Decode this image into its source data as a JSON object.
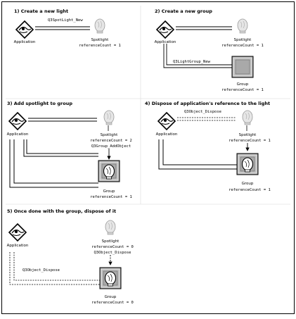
{
  "steps": [
    {
      "title": "1) Create a new light",
      "application": "Application",
      "spotlight": "Spotlight",
      "call": "Q3SpotLight_New",
      "spot_refcount": "referenceCount = 1"
    },
    {
      "title": "2) Create a new group",
      "application": "Application",
      "spotlight": "Spotlight",
      "spot_refcount": "referenceCount = 1",
      "call": "Q3LightGroup_New",
      "group": "Group",
      "group_refcount": "referenceCount = 1"
    },
    {
      "title": "3) Add spotlight to group",
      "application": "Application",
      "spotlight": "Spotlight",
      "spot_refcount": "referenceCount = 2",
      "call": "Q3Group_AddObject",
      "group": "Group",
      "group_refcount": "referenceCount = 1"
    },
    {
      "title": "4) Dispose of application's reference to the light",
      "application": "Application",
      "call": "Q3Object_Dispose",
      "spotlight": "Spotlight",
      "spot_refcount": "referenceCount = 1",
      "group": "Group",
      "group_refcount": "referenceCount = 1"
    },
    {
      "title": "5) Once done with the group, dispose of it",
      "application": "Application",
      "spotlight": "Spotlight",
      "spot_refcount": "referenceCount = 0",
      "call_spot": "Q3Object_Dispose",
      "call": "Q3Object_Dispose",
      "group": "Group",
      "group_refcount": "referenceCount = 0"
    }
  ]
}
